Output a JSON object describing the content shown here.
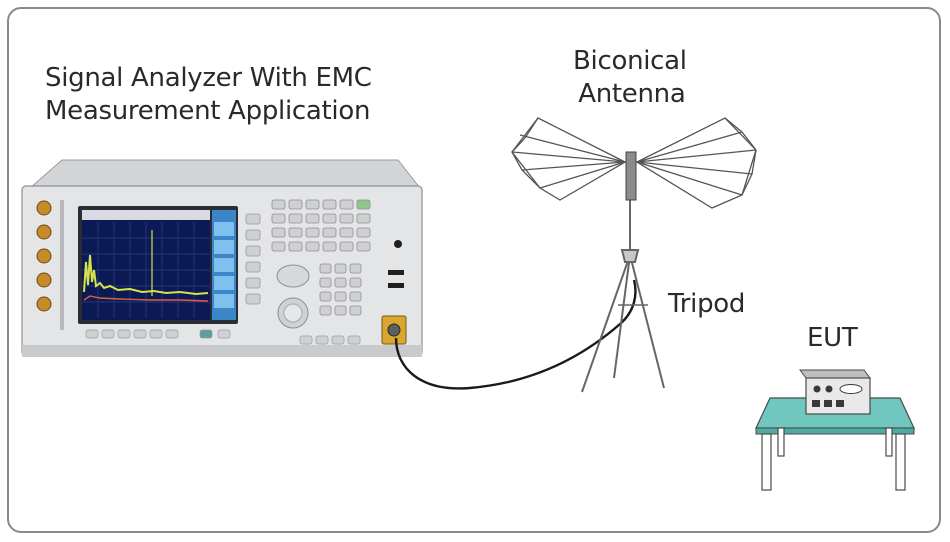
{
  "labels": {
    "analyzer_line1": "Signal Analyzer With EMC",
    "analyzer_line2": "Measurement Application",
    "antenna_line1": "Biconical",
    "antenna_line2": "Antenna",
    "tripod": "Tripod",
    "eut": "EUT"
  },
  "colors": {
    "frame": "#8a8a8a",
    "instrument_body": "#e4e5e7",
    "screen_bg": "#0b1a55",
    "trace": "#d7e34a",
    "table_top": "#6fc7bf",
    "cable": "#1a1a1a"
  }
}
